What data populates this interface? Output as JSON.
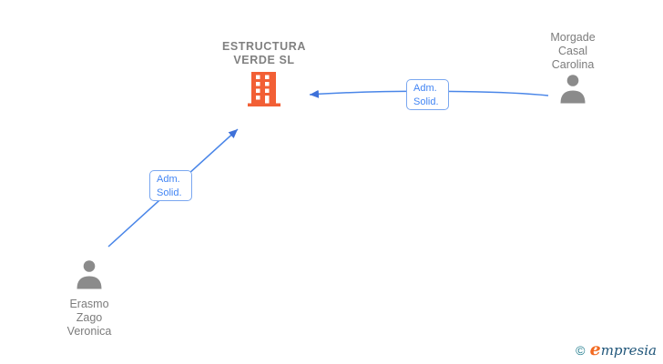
{
  "company": {
    "name": "ESTRUCTURA\nVERDE  SL"
  },
  "people": {
    "morgade": {
      "name": "Morgade\nCasal\nCarolina"
    },
    "erasmo": {
      "name": "Erasmo\nZago\nVeronica"
    }
  },
  "relations": {
    "morgade_to_company": {
      "label": "Adm.\nSolid."
    },
    "erasmo_to_company": {
      "label": "Adm.\nSolid."
    }
  },
  "footer": {
    "copyright": "©",
    "brand_initial": "e",
    "brand_rest": "mpresia"
  },
  "colors": {
    "building_orange": "#F25F35",
    "arrow_blue": "#4A86E8",
    "arrowhead_blue": "#3E71D9",
    "label_border_blue": "#7AA7F0",
    "label_text_blue": "#4285F4",
    "person_gray": "#8B8B8B",
    "text_gray": "#7C7C7C",
    "title_gray": "#808080",
    "logo_teal": "#1D7A8C",
    "logo_orange": "#F26A21",
    "logo_dark_blue": "#20567A"
  }
}
